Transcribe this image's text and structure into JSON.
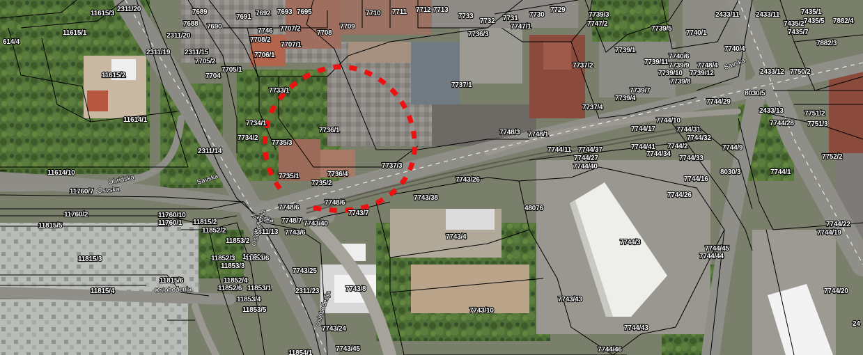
{
  "map": {
    "colors": {
      "red_marker": "#ee1111",
      "parcel_line": "#000000",
      "label_fill": "#ffffff",
      "label_halo": "#000000"
    },
    "streets": [
      "Osvska",
      "Ohridska",
      "Savska",
      "Savska",
      "Savska",
      "Osloboðenja",
      "Osloboðenja",
      "Osloboðenja"
    ],
    "labels": [
      "11615/3",
      "2311/20",
      "7689",
      "7688",
      "7690",
      "7691",
      "7692",
      "7693",
      "7695",
      "7710",
      "7711",
      "7712",
      "7713",
      "7733",
      "7732",
      "7731",
      "7730",
      "7729",
      "7739/3",
      "7747/2",
      "2433/11",
      "2433/11",
      "7435/1",
      "7435/2",
      "7435/5",
      "7882/4",
      "614/4",
      "11615/1",
      "2311/20",
      "7746",
      "7707/2",
      "7708",
      "7709",
      "7736/3",
      "7747/1",
      "7739/5",
      "7740/1",
      "7435/7",
      "7708/2",
      "7707/1",
      "7739/1",
      "7740/4",
      "7882/3",
      "2311/19",
      "2311/15",
      "7705/2",
      "7706/1",
      "7740/6",
      "11615/2",
      "7704",
      "7705/1",
      "7737/2",
      "7739/11",
      "7739/9",
      "7748/4",
      "7739/10",
      "7739/12",
      "2433/12",
      "7750/2",
      "7733/1",
      "7737/1",
      "7739/8",
      "7739/7",
      "8030/5",
      "7739/4",
      "7744/29",
      "11614/1",
      "7737/4",
      "2433/13",
      "7751/2",
      "7751/3",
      "7744/28",
      "7734/1",
      "7736/1",
      "7744/10",
      "7744/17",
      "7744/31",
      "7744/32",
      "7748/3",
      "7748/1",
      "7734/2",
      "7735/3",
      "2311/14",
      "7744/41",
      "7744/2",
      "7744/9",
      "7744/11",
      "7744/37",
      "7744/34",
      "7744/27",
      "7744/33",
      "7752/2",
      "7737/3",
      "7744/40",
      "7736/4",
      "11614/10",
      "7735/1",
      "7735/2",
      "8030/3",
      "7744/1",
      "7743/26",
      "7744/16",
      "11760/7",
      "7743/38",
      "7744/26",
      "11760/2",
      "7748/6",
      "7748/6",
      "7743/7",
      "48076",
      "11760/10",
      "11815/2",
      "7743/40",
      "11815/5",
      "11760/1",
      "11852/2",
      "7744/22",
      "7744/19",
      "7748/7",
      "2311/13",
      "7743/6",
      "7743/4",
      "11853/2",
      "7744/3",
      "11853/1",
      "11852/3",
      "11853/6",
      "11815/3",
      "11853/3",
      "7744/45",
      "7744/44",
      "7743/25",
      "11815/6",
      "11852/4",
      "7743/8",
      "11815/4",
      "11852/6",
      "11853/1",
      "2311/23",
      "11853/4",
      "7744/20",
      "7743/43",
      "11853/5",
      "7743/10",
      "7743/24",
      "7744/43",
      "7743/45",
      "7744/46",
      "11854/1",
      "24"
    ]
  }
}
